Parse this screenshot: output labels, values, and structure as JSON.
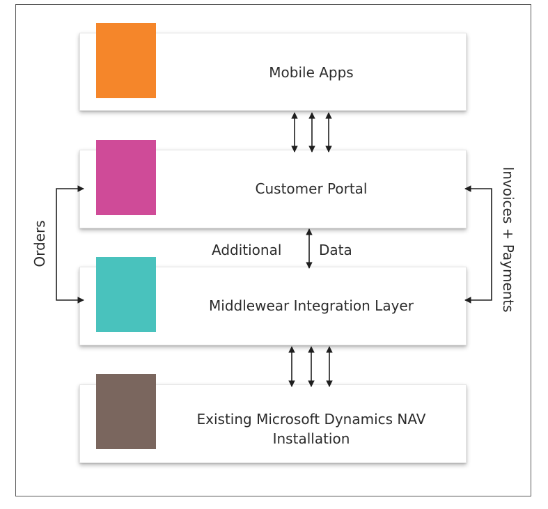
{
  "layers": [
    {
      "label": "Mobile Apps",
      "color": "#f5862a"
    },
    {
      "label": "Customer Portal",
      "color": "#cf4b98"
    },
    {
      "label": "Middlewear Integration Layer",
      "color": "#49c2bd"
    },
    {
      "label": "Existing Microsoft Dynamics NAV Installation",
      "color": "#7a665e"
    }
  ],
  "connectors": {
    "left": "Orders",
    "right": "Invoices + Payments",
    "middle_left": "Additional",
    "middle_right": "Data"
  },
  "icons": {
    "arrow_style": "double-headed",
    "stroke_color": "#1e1e1e"
  }
}
